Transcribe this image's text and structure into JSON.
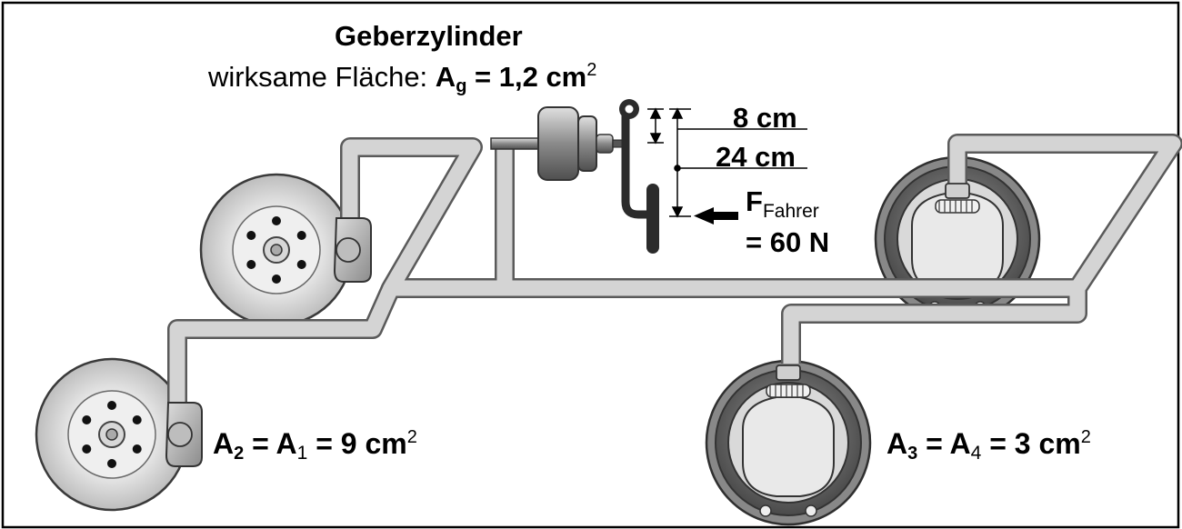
{
  "title": "Geberzylinder",
  "area_line": {
    "prefix": "wirksame Fläche: ",
    "symbol": "A",
    "subscript": "g",
    "value": " = 1,2 cm",
    "exponent": "2"
  },
  "lever": {
    "short_arm": "8 cm",
    "long_arm": "24 cm",
    "force_symbol": "F",
    "force_subscript": "Fahrer",
    "force_value": "= 60 N"
  },
  "front_brakes": {
    "sym1": "A",
    "sub1": "2",
    "eq1": " = A",
    "sub2": "1",
    "value": " = 9 cm",
    "exponent": "2"
  },
  "rear_brakes": {
    "sym1": "A",
    "sub1": "3",
    "eq1": " = A",
    "sub2": "4",
    "value": " = 3 cm",
    "exponent": "2"
  },
  "colors": {
    "frame": "#000000",
    "pipe_fill": "#d4d4d4",
    "pipe_stroke": "#5a5a5a",
    "disc": "#dcdcdc",
    "drum": "#6e6e6e",
    "pedal": "#2b2b2b"
  }
}
